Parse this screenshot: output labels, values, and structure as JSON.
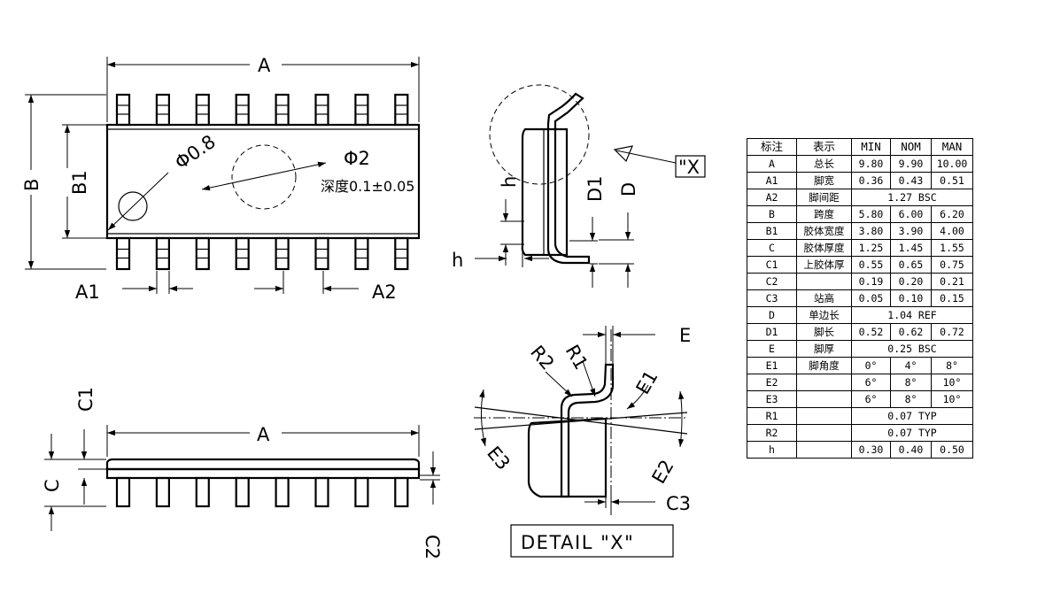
{
  "top_view": {
    "dim_A": "A",
    "dim_B": "B",
    "dim_B1": "B1",
    "dim_A1": "A1",
    "dim_A2": "A2",
    "hole_small": "Φ0.8",
    "hole_large": "Φ2",
    "hole_depth": "深度0.1±0.05"
  },
  "side_view": {
    "dim_A": "A",
    "dim_C": "C",
    "dim_C1": "C1",
    "dim_C2": "C2"
  },
  "end_view": {
    "dim_h_top": "h",
    "dim_h_bottom": "h",
    "dim_D1": "D1",
    "dim_D": "D",
    "detail_callout": "\"X"
  },
  "detail_view": {
    "dim_E": "E",
    "dim_E1": "E1",
    "dim_E2": "E2",
    "dim_E3": "E3",
    "dim_R1": "R1",
    "dim_R2": "R2",
    "dim_C3": "C3",
    "title": "DETAIL \"X\""
  },
  "table": {
    "headers": [
      "标注",
      "表示",
      "MIN",
      "NOM",
      "MAN"
    ],
    "rows": [
      {
        "sym": "A",
        "desc": "总长",
        "cells": [
          "9.80",
          "9.90",
          "10.00"
        ]
      },
      {
        "sym": "A1",
        "desc": "脚宽",
        "cells": [
          "0.36",
          "0.43",
          "0.51"
        ]
      },
      {
        "sym": "A2",
        "desc": "脚间距",
        "merged": "1.27 BSC"
      },
      {
        "sym": "B",
        "desc": "跨度",
        "cells": [
          "5.80",
          "6.00",
          "6.20"
        ]
      },
      {
        "sym": "B1",
        "desc": "胶体宽度",
        "cells": [
          "3.80",
          "3.90",
          "4.00"
        ]
      },
      {
        "sym": "C",
        "desc": "胶体厚度",
        "cells": [
          "1.25",
          "1.45",
          "1.55"
        ]
      },
      {
        "sym": "C1",
        "desc": "上胶体厚",
        "cells": [
          "0.55",
          "0.65",
          "0.75"
        ]
      },
      {
        "sym": "C2",
        "desc": "",
        "cells": [
          "0.19",
          "0.20",
          "0.21"
        ]
      },
      {
        "sym": "C3",
        "desc": "站高",
        "cells": [
          "0.05",
          "0.10",
          "0.15"
        ]
      },
      {
        "sym": "D",
        "desc": "单边长",
        "merged": "1.04 REF"
      },
      {
        "sym": "D1",
        "desc": "脚长",
        "cells": [
          "0.52",
          "0.62",
          "0.72"
        ]
      },
      {
        "sym": "E",
        "desc": "脚厚",
        "merged": "0.25 BSC"
      },
      {
        "sym": "E1",
        "desc": "脚角度",
        "cells": [
          "0°",
          "4°",
          "8°"
        ]
      },
      {
        "sym": "E2",
        "desc": "",
        "cells": [
          "6°",
          "8°",
          "10°"
        ]
      },
      {
        "sym": "E3",
        "desc": "",
        "cells": [
          "6°",
          "8°",
          "10°"
        ]
      },
      {
        "sym": "R1",
        "desc": "",
        "merged": "0.07 TYP"
      },
      {
        "sym": "R2",
        "desc": "",
        "merged": "0.07 TYP"
      },
      {
        "sym": "h",
        "desc": "",
        "cells": [
          "0.30",
          "0.40",
          "0.50"
        ]
      }
    ]
  }
}
